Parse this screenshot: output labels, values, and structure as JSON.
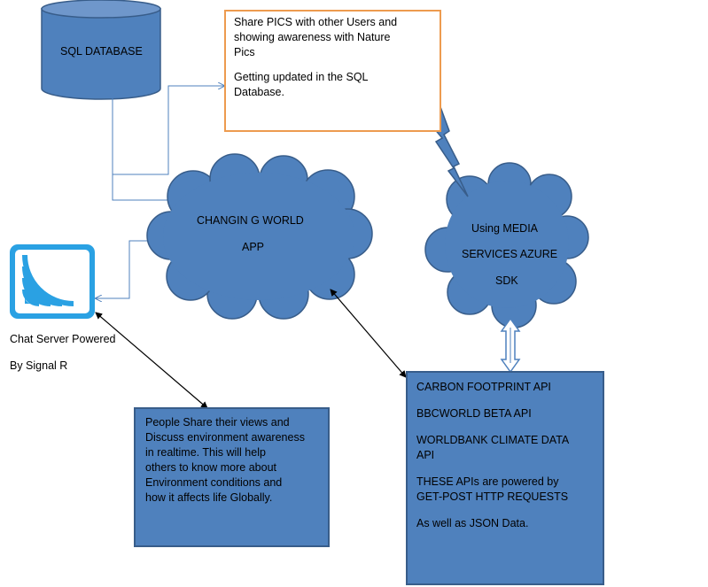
{
  "database": {
    "label": "SQL  DATABASE"
  },
  "callout": {
    "lines": [
      "Share PICS with other Users  and",
      "showing awareness with Nature",
      "Pics"
    ],
    "lines2": [
      "Getting  updated in the  SQL",
      "Database."
    ]
  },
  "app_cloud": {
    "line1": "CHANGIN G WORLD",
    "line2": "APP"
  },
  "media_cloud": {
    "line1": "Using MEDIA",
    "line2": "SERVICES AZURE",
    "line3": "SDK"
  },
  "chat_server": {
    "line1": "Chat Server  Powered",
    "line2": "By Signal R",
    "icon": "signal-r-icon"
  },
  "people_box": {
    "lines": [
      "People Share their views  and",
      "Discuss environment awareness",
      "in realtime. This will help",
      "others to know more about",
      "Environment conditions and",
      "how it  affects life Globally."
    ]
  },
  "api_box": {
    "p1": "CARBON FOOTPRINT API",
    "p2": "BBCWORLD  BETA API",
    "p3a": "WORLDBANK  CLIMATE  DATA",
    "p3b": "API",
    "p4a": "THESE APIs are powered  by",
    "p4b": "GET-POST  HTTP REQUESTS",
    "p5": "As well   as  JSON  Data."
  },
  "colors": {
    "shape_fill": "#4F81BD",
    "shape_border": "#385D8A",
    "callout_border": "#ED9B4F",
    "connector": "#4F81BD",
    "icon_bg": "#2AA1E3"
  }
}
